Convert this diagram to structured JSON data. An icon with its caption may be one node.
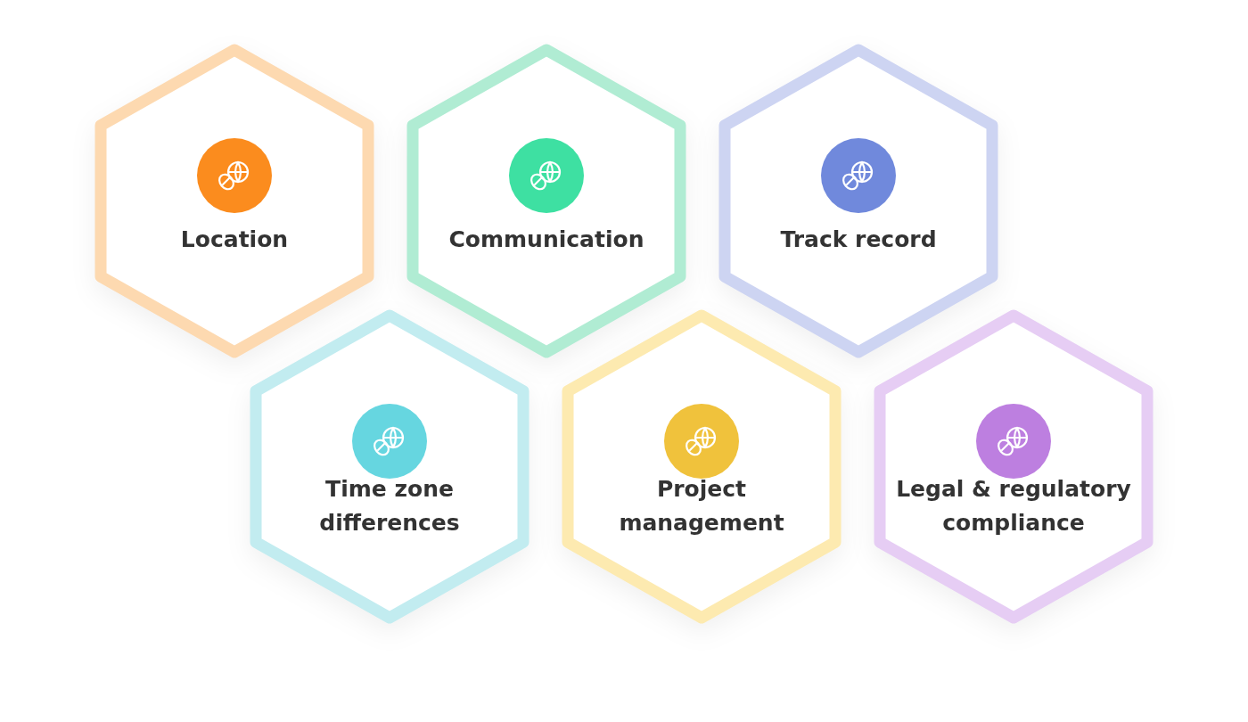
{
  "diagram": {
    "nodes": [
      {
        "text": [
          "Location"
        ]
      },
      {
        "text": [
          "Communication"
        ]
      },
      {
        "text": [
          "Track record"
        ]
      },
      {
        "text": [
          "Time zone differences"
        ]
      },
      {
        "text": [
          "Project management"
        ]
      },
      {
        "text": [
          "Legal & regulatory compliance"
        ]
      }
    ],
    "edges": []
  }
}
